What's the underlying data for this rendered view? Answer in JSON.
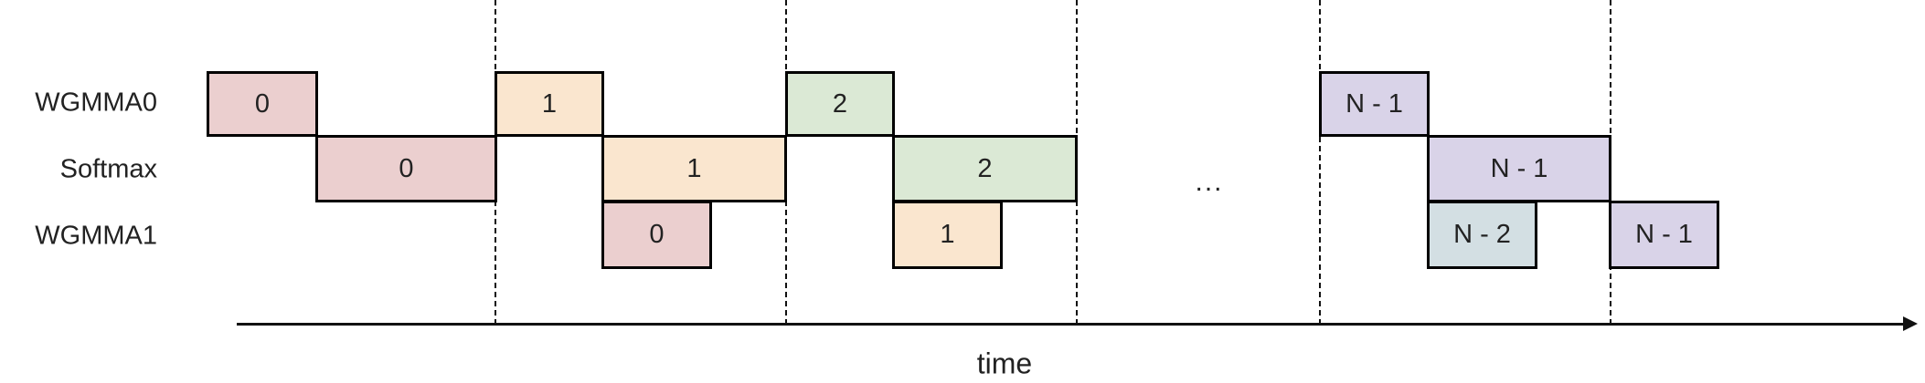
{
  "rows": [
    "WGMMA0",
    "Softmax",
    "WGMMA1"
  ],
  "colors": {
    "iter0": "#ebcfcf",
    "iter1": "#fae6cf",
    "iter2": "#dbe9d5",
    "iterN1": "#d9d3e8",
    "iterN2": "#d3dfe3"
  },
  "blocks": {
    "wgmma0": [
      "0",
      "1",
      "2",
      "N - 1"
    ],
    "softmax": [
      "0",
      "1",
      "2",
      "N - 1"
    ],
    "wgmma1": [
      "0",
      "1",
      "N - 2",
      "N - 1"
    ]
  },
  "ellipsis": "...",
  "axis_label": "time"
}
